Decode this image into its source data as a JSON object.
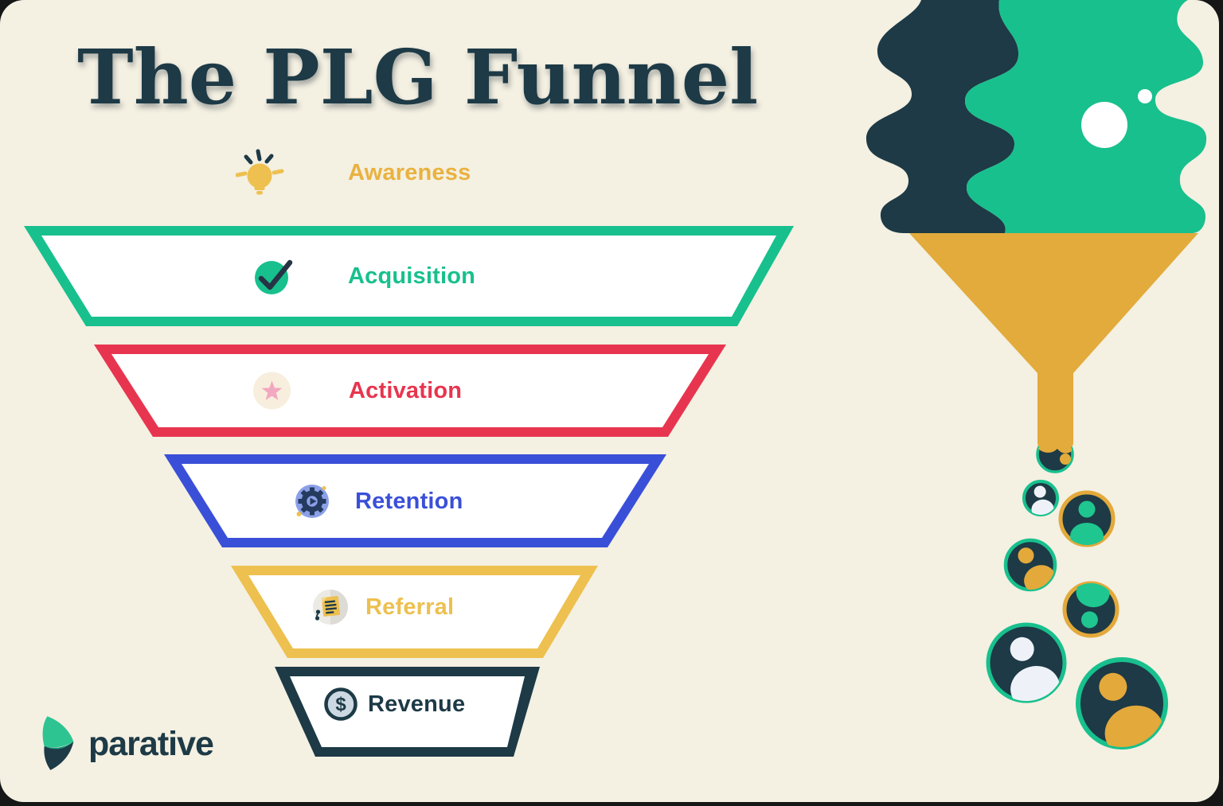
{
  "title": "The PLG Funnel",
  "brand": {
    "name": "parative"
  },
  "funnel": {
    "stages": [
      {
        "label": "Awareness",
        "color": "#e9b23f",
        "icon": "lightbulb-icon"
      },
      {
        "label": "Acquisition",
        "color": "#18c08d",
        "icon": "checkmark-icon"
      },
      {
        "label": "Activation",
        "color": "#e8354f",
        "icon": "star-icon"
      },
      {
        "label": "Retention",
        "color": "#3a4fd8",
        "icon": "gear-icon"
      },
      {
        "label": "Referral",
        "color": "#edc04f",
        "icon": "document-icon"
      },
      {
        "label": "Revenue",
        "color": "#1d3a46",
        "icon": "dollar-icon"
      }
    ]
  },
  "illustration": {
    "description": "liquid stream pouring into a gold funnel, dripping out user avatars"
  },
  "colors": {
    "bg": "#f4f0e2",
    "frame": "#161616",
    "navy": "#1d3a46",
    "green": "#18c08d",
    "red": "#e8354f",
    "blue": "#3a4fd8",
    "gold": "#edc04f",
    "funnelGold": "#e2ab3b",
    "personGold": "#e3a93a",
    "personGreen": "#1fc690",
    "personWhite": "#eef2f8",
    "periwinkle": "#8ba0e8",
    "gearNavy": "#243a5e",
    "starPink": "#f2a8c0",
    "starBg": "#f8eedd",
    "iconGray": "#eceae5",
    "iconGrayDark": "#dddbd5",
    "dollarBg": "#ccd9e2",
    "white": "#ffffff",
    "docFold": "#f4d98c",
    "logoGreen": "#2ec492",
    "logoOverlap": "#149a79"
  }
}
